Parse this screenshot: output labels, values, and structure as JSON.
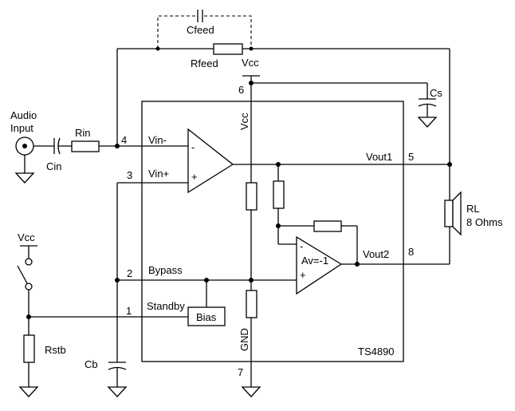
{
  "chip": {
    "name": "TS4890"
  },
  "labels": {
    "audio_input_1": "Audio",
    "audio_input_2": "Input",
    "cin": "Cin",
    "rin": "Rin",
    "cfeed": "Cfeed",
    "rfeed": "Rfeed",
    "vcc_top": "Vcc",
    "vcc_internal": "Vcc",
    "cs": "Cs",
    "vin_minus": "Vin-",
    "vin_plus": "Vin+",
    "vout1": "Vout1",
    "vout2": "Vout2",
    "rl_1": "RL",
    "rl_2": "8 Ohms",
    "bypass": "Bypass",
    "standby": "Standby",
    "bias": "Bias",
    "gnd": "GND",
    "vcc_switch": "Vcc",
    "rstb": "Rstb",
    "cb": "Cb",
    "av": "Av=-1",
    "minus1": "-",
    "plus1": "+",
    "minus2": "-",
    "plus2": "+"
  },
  "pins": {
    "p6": "6",
    "p4": "4",
    "p3": "3",
    "p5": "5",
    "p8": "8",
    "p2": "2",
    "p1": "1",
    "p7": "7"
  }
}
